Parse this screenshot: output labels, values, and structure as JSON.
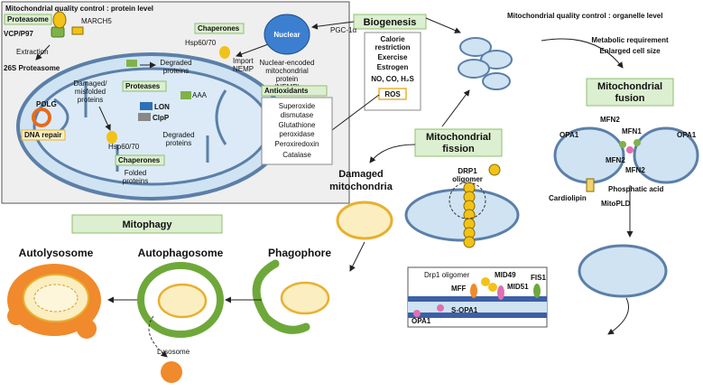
{
  "colors": {
    "panel_bg": "#f0f0f0",
    "green_box": "#dcefd0",
    "green_border": "#8fbf6f",
    "mito_fill": "#cfe3f3",
    "mito_stroke": "#5b7fa8",
    "yellow": "#f2c218",
    "orange": "#f08a2c",
    "green_membrane": "#6fa83a"
  },
  "left_panel": {
    "title": "Mitochondrial quality control : protein level",
    "proteasome_label": "Proteasome",
    "vcp": "VCP/P97",
    "march5": "MARCH5",
    "extraction": "Extraction",
    "proteasome_26s": "26S Proteasome",
    "degraded_proteins_top": [
      "Degraded",
      "proteins"
    ],
    "damaged_misfolded": [
      "Damaged/",
      "misfolded",
      "proteins"
    ],
    "proteases_label": "Proteases",
    "lon": "LON",
    "clpp": "ClpP",
    "aaa": "AAA",
    "polg": "POLG",
    "dna_repair": "DNA repair",
    "hsp_inner": "Hsp60/70",
    "chaperones_inner": "Chaperones",
    "folded_proteins": [
      "Folded",
      "proteins"
    ],
    "degraded_proteins_bottom": [
      "Degraded",
      "proteins"
    ],
    "chaperones_top": "Chaperones",
    "hsp_top": "Hsp60/70",
    "import_nemp": [
      "Import",
      "NEMP"
    ],
    "nuclear": "Nuclear",
    "nemp_text": [
      "Nuclear-encoded",
      "mitochondrial",
      "protein",
      "(NEMP)"
    ]
  },
  "biogenesis": {
    "label": "Biogenesis",
    "pgc": "PGC-1α",
    "factors": [
      "Calorie",
      "restriction",
      "Exercise",
      "Estrogen",
      "NO, CO, H₂S"
    ],
    "ros": "ROS"
  },
  "antioxidants": {
    "label": "Antioxidants",
    "items": [
      "Superoxide",
      "dismutase",
      "Glutathione",
      "peroxidase",
      "Peroxiredoxin",
      "Catalase"
    ]
  },
  "right_panel": {
    "title": "Mitochondrial quality control : organelle level",
    "metabolic": [
      "Metabolic requirement",
      "Enlarged cell size"
    ],
    "fusion_label": [
      "Mitochondrial",
      "fusion"
    ],
    "opa1_left": "OPA1",
    "opa1_right": "OPA1",
    "mfn2_a": "MFN2",
    "mfn1": "MFN1",
    "mfn2_b": "MFN2",
    "mfn2_c": "MFN2",
    "cardiolipin": "Cardiolipin",
    "phosphatic_acid": "Phosphatic acid",
    "mitopld": "MitoPLD"
  },
  "fission": {
    "label": [
      "Mitochondrial",
      "fission"
    ],
    "drp1": [
      "DRP1",
      "oligomer"
    ],
    "drp1_inset": "Drp1 oligomer",
    "mid49": "MID49",
    "mff": "MFF",
    "mid51": "MID51",
    "fis1": "FIS1",
    "s_opa1": "S-OPA1",
    "opa1": "OPA1"
  },
  "damaged_mito": [
    "Damaged",
    "mitochondria"
  ],
  "mitophagy": {
    "label": "Mitophagy",
    "autolysosome": "Autolysosome",
    "autophagosome": "Autophagosome",
    "phagophore": "Phagophore",
    "lysosome": "Lysosome"
  }
}
